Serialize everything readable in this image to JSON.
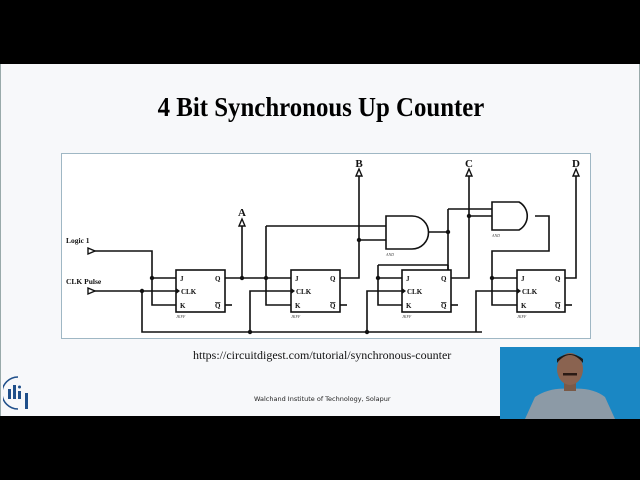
{
  "slide": {
    "title": "4 Bit Synchronous Up Counter",
    "source_url": "https://circuitdigest.com/tutorial/synchronous-counter",
    "footer": "Walchand Institute of Technology, Solapur",
    "logo_icon": "institute-logo-icon",
    "webcam": "presenter-webcam-feed"
  },
  "circuit": {
    "inputs": {
      "logic1": "Logic 1",
      "clk": "CLK Pulse"
    },
    "outputs": [
      "A",
      "B",
      "C",
      "D"
    ],
    "flipflops": [
      {
        "j": "J",
        "clk": "CLK",
        "k": "K",
        "q": "Q",
        "qbar": "Q",
        "type": "JKFF"
      },
      {
        "j": "J",
        "clk": "CLK",
        "k": "K",
        "q": "Q",
        "qbar": "Q",
        "type": "JKFF"
      },
      {
        "j": "J",
        "clk": "CLK",
        "k": "K",
        "q": "Q",
        "qbar": "Q",
        "type": "JKFF"
      },
      {
        "j": "J",
        "clk": "CLK",
        "k": "K",
        "q": "Q",
        "qbar": "Q",
        "type": "JKFF"
      }
    ],
    "gates": [
      {
        "label": "AND"
      },
      {
        "label": "AND"
      }
    ]
  },
  "colors": {
    "webcam_bg": "#1a87c4",
    "slide_bg": "#f7f8fa",
    "panel_border": "#9fb7c4"
  }
}
